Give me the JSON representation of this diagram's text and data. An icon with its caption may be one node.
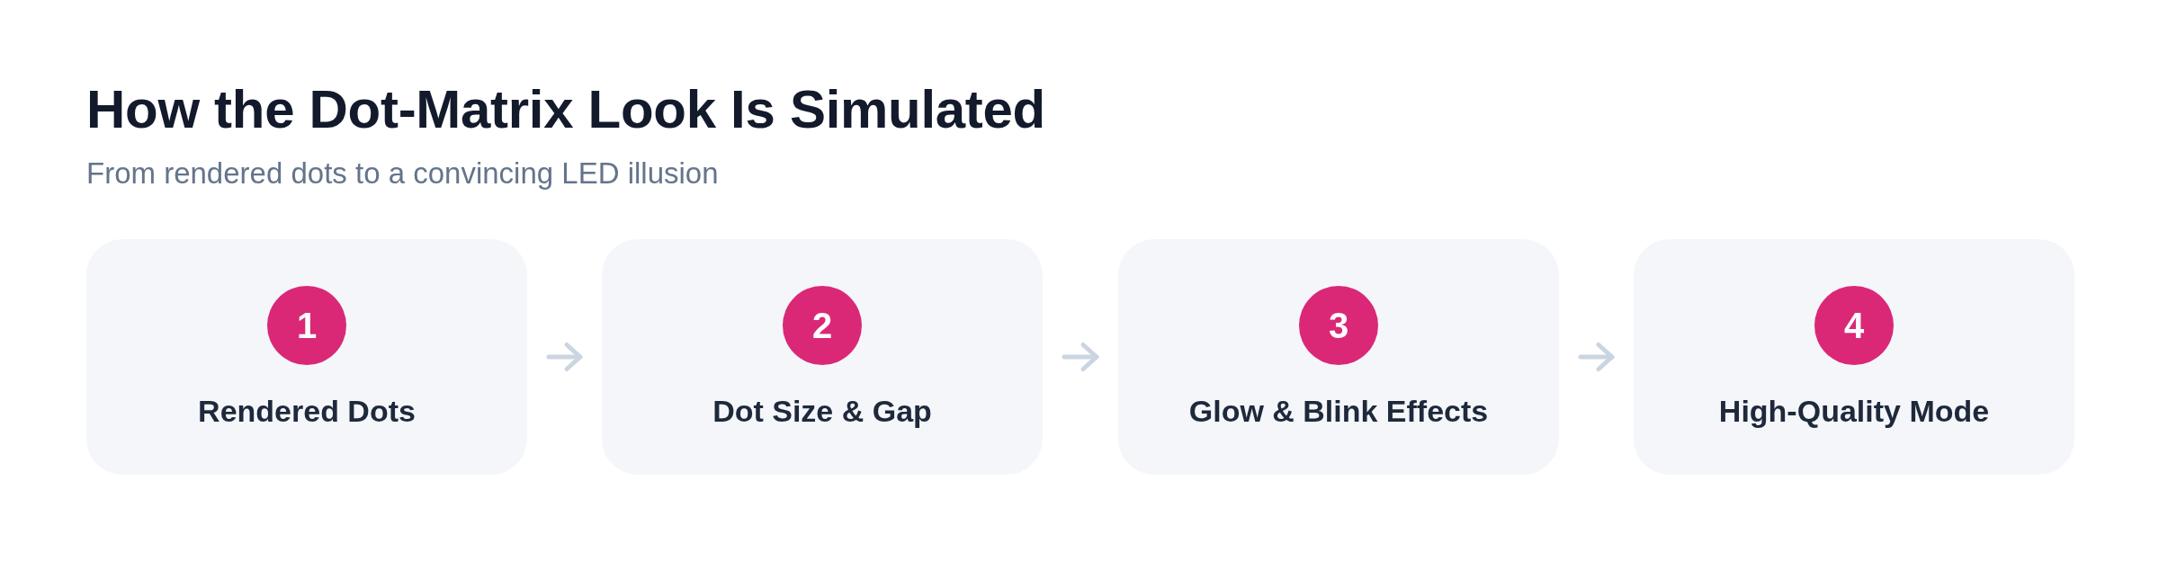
{
  "diagram": {
    "title": "How the Dot-Matrix Look Is Simulated",
    "nodes": [
      {
        "text": [
          "Rendered Dots"
        ]
      },
      {
        "text": [
          "1"
        ],
        "in": 0
      },
      {
        "text": [
          "Dot Size & Gap"
        ]
      },
      {
        "text": [
          "2"
        ],
        "in": 2
      },
      {
        "text": [
          "Glow & Blink Effects"
        ]
      },
      {
        "text": [
          "3"
        ],
        "in": 4
      },
      {
        "text": [
          "High-Quality Mode"
        ]
      },
      {
        "text": [
          "4"
        ],
        "in": 6
      }
    ],
    "edges": [
      {
        "from": 0,
        "to": 2,
        "arrow": "to"
      },
      {
        "from": 2,
        "to": 4,
        "arrow": "to"
      },
      {
        "from": 4,
        "to": 6,
        "arrow": "to"
      }
    ],
    "labels": [
      "From rendered dots to a convincing LED illusion"
    ]
  }
}
